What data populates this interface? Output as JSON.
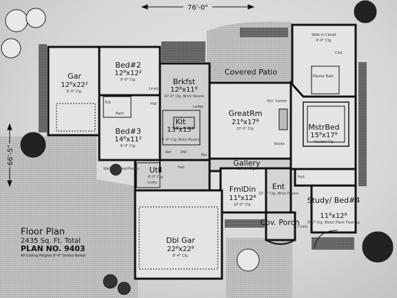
{
  "dimensions": {
    "width": "76'-0\"",
    "depth": "66'-5\""
  },
  "rooms": [
    {
      "id": "gar",
      "name": "Gar",
      "size": "12⁸x22²",
      "ceiling": "8'-0\" Clg."
    },
    {
      "id": "bed2",
      "name": "Bed#2",
      "size": "12⁸x12²",
      "ceiling": "9'-0\" Clg."
    },
    {
      "id": "brkfst",
      "name": "Brkfst",
      "size": "12⁸x11⁸",
      "ceiling": "10'-0\" Clg. Brick Pavers"
    },
    {
      "id": "covered-patio",
      "name": "Covered Patio",
      "size": "",
      "ceiling": ""
    },
    {
      "id": "walkin-closet",
      "name": "Walk-in Closet",
      "size": "",
      "ceiling": "9'-0\" Clg."
    },
    {
      "id": "bed3",
      "name": "Bed#3",
      "size": "14⁸x11²",
      "ceiling": "9'-0\" Clg."
    },
    {
      "id": "kit",
      "name": "Kit",
      "size": "13⁸x13⁸",
      "ceiling": "9'-0\" Clg. Brick Pavers"
    },
    {
      "id": "greatrm",
      "name": "GreatRm",
      "size": "21⁸x17⁸",
      "ceiling": "10'-0\" Clg."
    },
    {
      "id": "mstrbed",
      "name": "MstrBed",
      "size": "15⁸x17⁸",
      "ceiling": "Vaulted Clg."
    },
    {
      "id": "gallery",
      "name": "Gallery",
      "size": "",
      "ceiling": "10'-0\" Clg."
    },
    {
      "id": "util",
      "name": "Util",
      "size": "",
      "ceiling": "8'-0\" Clg."
    },
    {
      "id": "fmldin",
      "name": "FmlDin",
      "size": "11⁸x12⁸",
      "ceiling": "10'-0\" Clg."
    },
    {
      "id": "ent",
      "name": "Ent",
      "size": "",
      "ceiling": "10'-0\" Clg. Brick Pavers"
    },
    {
      "id": "study-bed4",
      "name": "Study/ Bed#4",
      "size": "11⁸x12⁸",
      "ceiling": "9'-0\" Clg. Wood Plank Flooring"
    },
    {
      "id": "dblgar",
      "name": "Dbl Gar",
      "size": "22⁸x22⁸",
      "ceiling": "8'-4\" Clg."
    },
    {
      "id": "cov-porch",
      "name": "Cov. Porch",
      "size": "",
      "ceiling": ""
    }
  ],
  "small_labels": {
    "hall_a": "Hall",
    "hall_b": "Hall",
    "hall_c": "Hall",
    "linen": "Linen",
    "lndry": "Lndry",
    "tub": "Tub",
    "bath": "Bath",
    "walkin_closet_2": "Walk-in Closet",
    "pantry": "Pantry",
    "closet": "Clos",
    "master_bath": "Master Bath",
    "coats": "Coats",
    "ledge": "Ledge",
    "bar": "Bar",
    "books": "Books",
    "ent_center": "Ent. Center",
    "dw": "DW",
    "ref": "Ref"
  },
  "title_block": {
    "heading": "Floor Plan",
    "total": "2435 Sq. Ft. Total",
    "plan_no": "PLAN NO. 9403",
    "note": "All Ceiling Heights 9'-0\" Unless Noted"
  },
  "colors": {
    "line": "#111111",
    "paving": "#bdbdbd",
    "shading": "#6e6e6e",
    "paper": "#e2e2e2"
  }
}
